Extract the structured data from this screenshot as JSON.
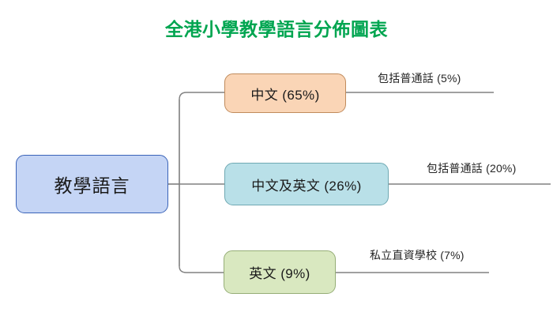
{
  "chart_data": {
    "type": "diagram",
    "title": "全港小學教學語言分佈圖表",
    "root": "教學語言",
    "categories": [
      "中文 (65%)",
      "中文及英文 (26%)",
      "英文 (9%)"
    ],
    "values": [
      65,
      26,
      9
    ],
    "annotations": [
      "包括普通話 (5%)",
      "包括普通話 (20%)",
      "私立直資學校 (7%)"
    ],
    "annotation_values": [
      5,
      20,
      7
    ]
  },
  "diagram": {
    "title": "全港小學教學語言分佈圖表",
    "title_color": "#00A550",
    "root": {
      "label": "教學語言",
      "fill": "#C5D5F5",
      "stroke": "#3A63B8"
    },
    "branches": [
      {
        "label": "中文 (65%)",
        "percent": "65%",
        "fill": "#FAD5B6",
        "stroke": "#C08B5C",
        "note": "包括普通話 (5%)"
      },
      {
        "label": "中文及英文 (26%)",
        "percent": "26%",
        "fill": "#B9E0E8",
        "stroke": "#6FA9B3",
        "note": "包括普通話 (20%)"
      },
      {
        "label": "英文 (9%)",
        "percent": "9%",
        "fill": "#D9E8C0",
        "stroke": "#96AE77",
        "note": "私立直資學校 (7%)"
      }
    ],
    "connector_color": "#808080"
  }
}
